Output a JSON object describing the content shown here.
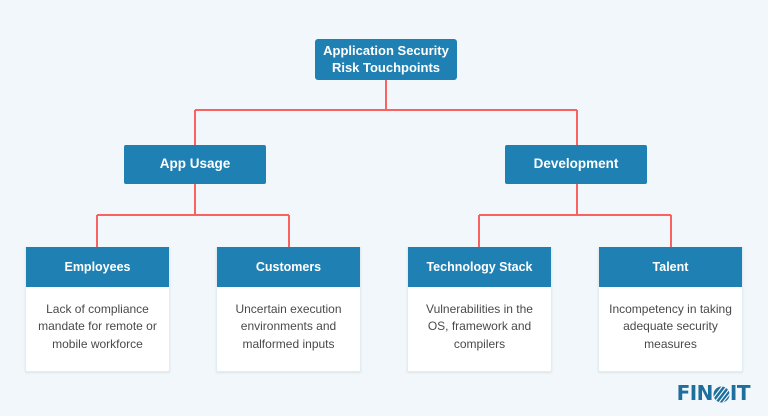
{
  "diagram": {
    "type": "hierarchy-tree",
    "background_color": "#f1f7fa",
    "node_color": "#1f80b3",
    "connector_color": "#f9625f",
    "card_background": "#ffffff",
    "body_text_color": "#4a4a4a",
    "root": {
      "label": "Application Security Risk Touchpoints",
      "line1": "Application Security",
      "line2": "Risk Touchpoints"
    },
    "branches": [
      {
        "id": "app-usage",
        "label": "App Usage",
        "children": [
          {
            "id": "employees",
            "title": "Employees",
            "description": "Lack of compliance mandate for remote or mobile workforce"
          },
          {
            "id": "customers",
            "title": "Customers",
            "description": "Uncertain execution environments and malformed inputs"
          }
        ]
      },
      {
        "id": "development",
        "label": "Development",
        "children": [
          {
            "id": "technology-stack",
            "title": "Technology Stack",
            "description": "Vulnerabilities in the OS, framework and compilers"
          },
          {
            "id": "talent",
            "title": "Talent",
            "description": "Incompetency in taking adequate security measures"
          }
        ]
      }
    ]
  },
  "branding": {
    "name": "FINOIT",
    "part_before": "FIN",
    "part_after": "IT",
    "mark": "sphere-o-icon",
    "color": "#1f6f9e"
  }
}
